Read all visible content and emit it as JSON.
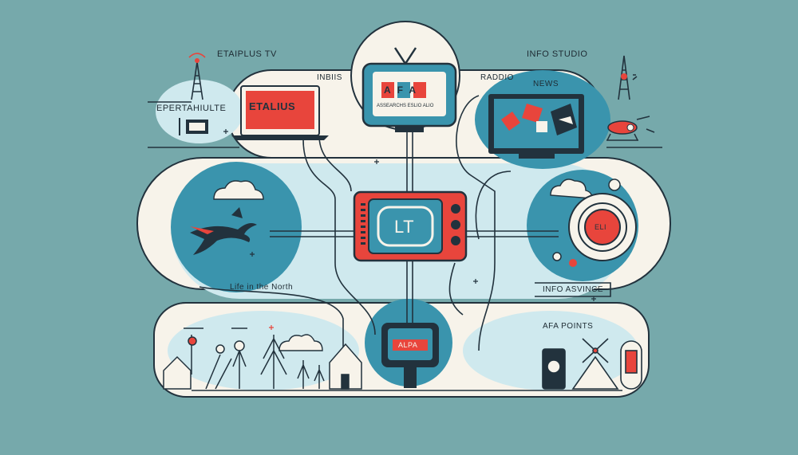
{
  "labels": {
    "station_tv": "ETAIPLUS TV",
    "station_left": "EPERTAHIULTE",
    "laptop_screen": "ETALIUS",
    "top_center": "INBIIS",
    "radio": "RADDIO",
    "info_studio": "INFO STUDIO",
    "news": "NEWS",
    "tv_logo": "AFA",
    "tv_caption": "ASSEARCHS ESLIO ALIO",
    "center_logo": "LT",
    "right_dial": "ELI",
    "life_north": "Life in the North",
    "info_advance": "INFO ASVINCE",
    "bottom_screen": "ALPA",
    "afa_points": "AFA POINTS"
  },
  "colors": {
    "background": "#76a9ab",
    "cream": "#f7f3ea",
    "light_blue": "#cfe9ee",
    "teal": "#3a94ad",
    "red": "#e8453c",
    "navy": "#22323d"
  }
}
